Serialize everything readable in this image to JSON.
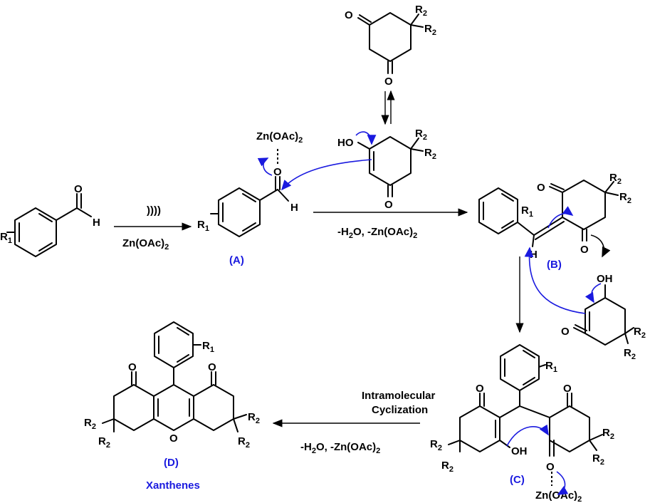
{
  "labels": {
    "A": "(A)",
    "B": "(B)",
    "C": "(C)",
    "D": "(D)",
    "xanthenes": "Xanthenes"
  },
  "conditions": {
    "ultrasound": "))))",
    "catalyst": "Zn(OAc)",
    "catalyst_sub": "2",
    "condensation": "-H",
    "condensation_tail": "O, -Zn(OAc)",
    "cyclization_1": "Intramolecular",
    "cyclization_2": "Cyclization"
  },
  "atoms": {
    "O": "O",
    "H": "H",
    "OH": "OH",
    "HO": "HO",
    "R": "R",
    "sub1": "1",
    "sub2": "2"
  },
  "colors": {
    "arrow_blue": "#1a1adf",
    "label_blue": "#1a1adf",
    "bond": "#000000"
  }
}
